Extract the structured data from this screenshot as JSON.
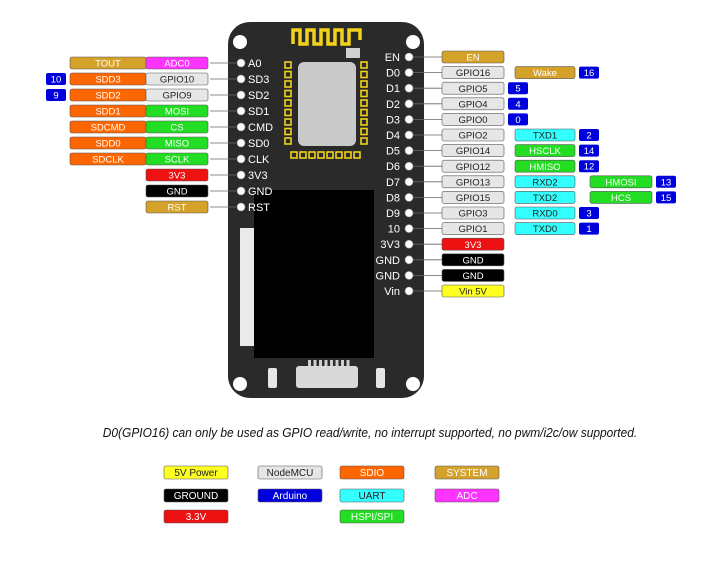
{
  "board": {
    "left_pins": [
      "A0",
      "SD3",
      "SD2",
      "SD1",
      "CMD",
      "SD0",
      "CLK",
      "3V3",
      "GND",
      "RST"
    ],
    "right_pins": [
      "EN",
      "D0",
      "D1",
      "D2",
      "D3",
      "D4",
      "D5",
      "D6",
      "D7",
      "D8",
      "D9",
      "10",
      "3V3",
      "GND",
      "GND",
      "Vin"
    ]
  },
  "left_rows": [
    {
      "pin": "A0",
      "labels": [
        {
          "text": "TOUT",
          "type": "system"
        },
        {
          "text": "ADC0",
          "type": "adc"
        }
      ]
    },
    {
      "pin": "SD3",
      "number": "10",
      "labels": [
        {
          "text": "SDD3",
          "type": "sdio"
        },
        {
          "text": "GPIO10",
          "type": "nodemcu"
        }
      ]
    },
    {
      "pin": "SD2",
      "number": "9",
      "labels": [
        {
          "text": "SDD2",
          "type": "sdio"
        },
        {
          "text": "GPIO9",
          "type": "nodemcu"
        }
      ]
    },
    {
      "pin": "SD1",
      "labels": [
        {
          "text": "SDD1",
          "type": "sdio"
        },
        {
          "text": "MOSI",
          "type": "hspi"
        }
      ]
    },
    {
      "pin": "CMD",
      "labels": [
        {
          "text": "SDCMD",
          "type": "sdio"
        },
        {
          "text": "CS",
          "type": "hspi"
        }
      ]
    },
    {
      "pin": "SD0",
      "labels": [
        {
          "text": "SDD0",
          "type": "sdio"
        },
        {
          "text": "MISO",
          "type": "hspi"
        }
      ]
    },
    {
      "pin": "CLK",
      "labels": [
        {
          "text": "SDCLK",
          "type": "sdio"
        },
        {
          "text": "SCLK",
          "type": "hspi"
        }
      ]
    },
    {
      "pin": "3V3",
      "labels": [
        {
          "text": "3V3",
          "type": "v33"
        }
      ]
    },
    {
      "pin": "GND",
      "labels": [
        {
          "text": "GND",
          "type": "ground"
        }
      ]
    },
    {
      "pin": "RST",
      "labels": [
        {
          "text": "RST",
          "type": "system"
        }
      ]
    }
  ],
  "right_rows": [
    {
      "pin": "EN",
      "labels": [
        {
          "text": "EN",
          "type": "system"
        }
      ]
    },
    {
      "pin": "D0",
      "labels": [
        {
          "text": "GPIO16",
          "type": "nodemcu"
        },
        {
          "text": "Wake",
          "type": "system"
        }
      ],
      "number": "16"
    },
    {
      "pin": "D1",
      "labels": [
        {
          "text": "GPIO5",
          "type": "nodemcu"
        }
      ],
      "number": "5"
    },
    {
      "pin": "D2",
      "labels": [
        {
          "text": "GPIO4",
          "type": "nodemcu"
        }
      ],
      "number": "4"
    },
    {
      "pin": "D3",
      "labels": [
        {
          "text": "GPIO0",
          "type": "nodemcu"
        }
      ],
      "number": "0"
    },
    {
      "pin": "D4",
      "labels": [
        {
          "text": "GPIO2",
          "type": "nodemcu"
        },
        {
          "text": "TXD1",
          "type": "uart"
        }
      ],
      "number": "2"
    },
    {
      "pin": "D5",
      "labels": [
        {
          "text": "GPIO14",
          "type": "nodemcu"
        },
        {
          "text": "HSCLK",
          "type": "hspi"
        }
      ],
      "number": "14"
    },
    {
      "pin": "D6",
      "labels": [
        {
          "text": "GPIO12",
          "type": "nodemcu"
        },
        {
          "text": "HMISO",
          "type": "hspi"
        }
      ],
      "number": "12"
    },
    {
      "pin": "D7",
      "labels": [
        {
          "text": "GPIO13",
          "type": "nodemcu"
        },
        {
          "text": "RXD2",
          "type": "uart"
        },
        {
          "text": "HMOSI",
          "type": "hspi"
        }
      ],
      "number": "13"
    },
    {
      "pin": "D8",
      "labels": [
        {
          "text": "GPIO15",
          "type": "nodemcu"
        },
        {
          "text": "TXD2",
          "type": "uart"
        },
        {
          "text": "HCS",
          "type": "hspi"
        }
      ],
      "number": "15"
    },
    {
      "pin": "D9",
      "labels": [
        {
          "text": "GPIO3",
          "type": "nodemcu"
        },
        {
          "text": "RXD0",
          "type": "uart"
        }
      ],
      "number": "3"
    },
    {
      "pin": "10",
      "labels": [
        {
          "text": "GPIO1",
          "type": "nodemcu"
        },
        {
          "text": "TXD0",
          "type": "uart"
        }
      ],
      "number": "1"
    },
    {
      "pin": "3V3",
      "labels": [
        {
          "text": "3V3",
          "type": "v33"
        }
      ]
    },
    {
      "pin": "GND",
      "labels": [
        {
          "text": "GND",
          "type": "ground"
        }
      ]
    },
    {
      "pin": "GND",
      "labels": [
        {
          "text": "GND",
          "type": "ground"
        }
      ]
    },
    {
      "pin": "Vin",
      "labels": [
        {
          "text": "Vin 5V",
          "type": "power5v"
        }
      ]
    }
  ],
  "note": "D0(GPIO16) can only be used as GPIO read/write, no interrupt supported, no pwm/i2c/ow supported.",
  "legend": [
    {
      "text": "5V Power",
      "type": "power5v"
    },
    {
      "text": "NodeMCU",
      "type": "nodemcu"
    },
    {
      "text": "SDIO",
      "type": "sdio"
    },
    {
      "text": "SYSTEM",
      "type": "system"
    },
    {
      "text": "GROUND",
      "type": "ground"
    },
    {
      "text": "Arduino",
      "type": "arduino"
    },
    {
      "text": "UART",
      "type": "uart"
    },
    {
      "text": "ADC",
      "type": "adc"
    },
    {
      "text": "3.3V",
      "type": "v33"
    },
    {
      "text": "HSPI/SPI",
      "type": "hspi"
    }
  ],
  "colors": {
    "system": {
      "fill": "#d4a22a",
      "text": "#ffffff"
    },
    "adc": {
      "fill": "#ff33ff",
      "text": "#ffffff"
    },
    "sdio": {
      "fill": "#ff6600",
      "text": "#ffffff"
    },
    "nodemcu": {
      "fill": "#e6e6e6",
      "text": "#222222"
    },
    "hspi": {
      "fill": "#22dd22",
      "text": "#ffffff"
    },
    "v33": {
      "fill": "#ee1111",
      "text": "#ffffff"
    },
    "ground": {
      "fill": "#000000",
      "text": "#ffffff"
    },
    "uart": {
      "fill": "#33ffff",
      "text": "#222222"
    },
    "power5v": {
      "fill": "#ffff22",
      "text": "#222222"
    },
    "arduino": {
      "fill": "#0000dd",
      "text": "#ffffff"
    },
    "board": "#2a2a2a",
    "antenna": "#f2d21a"
  }
}
